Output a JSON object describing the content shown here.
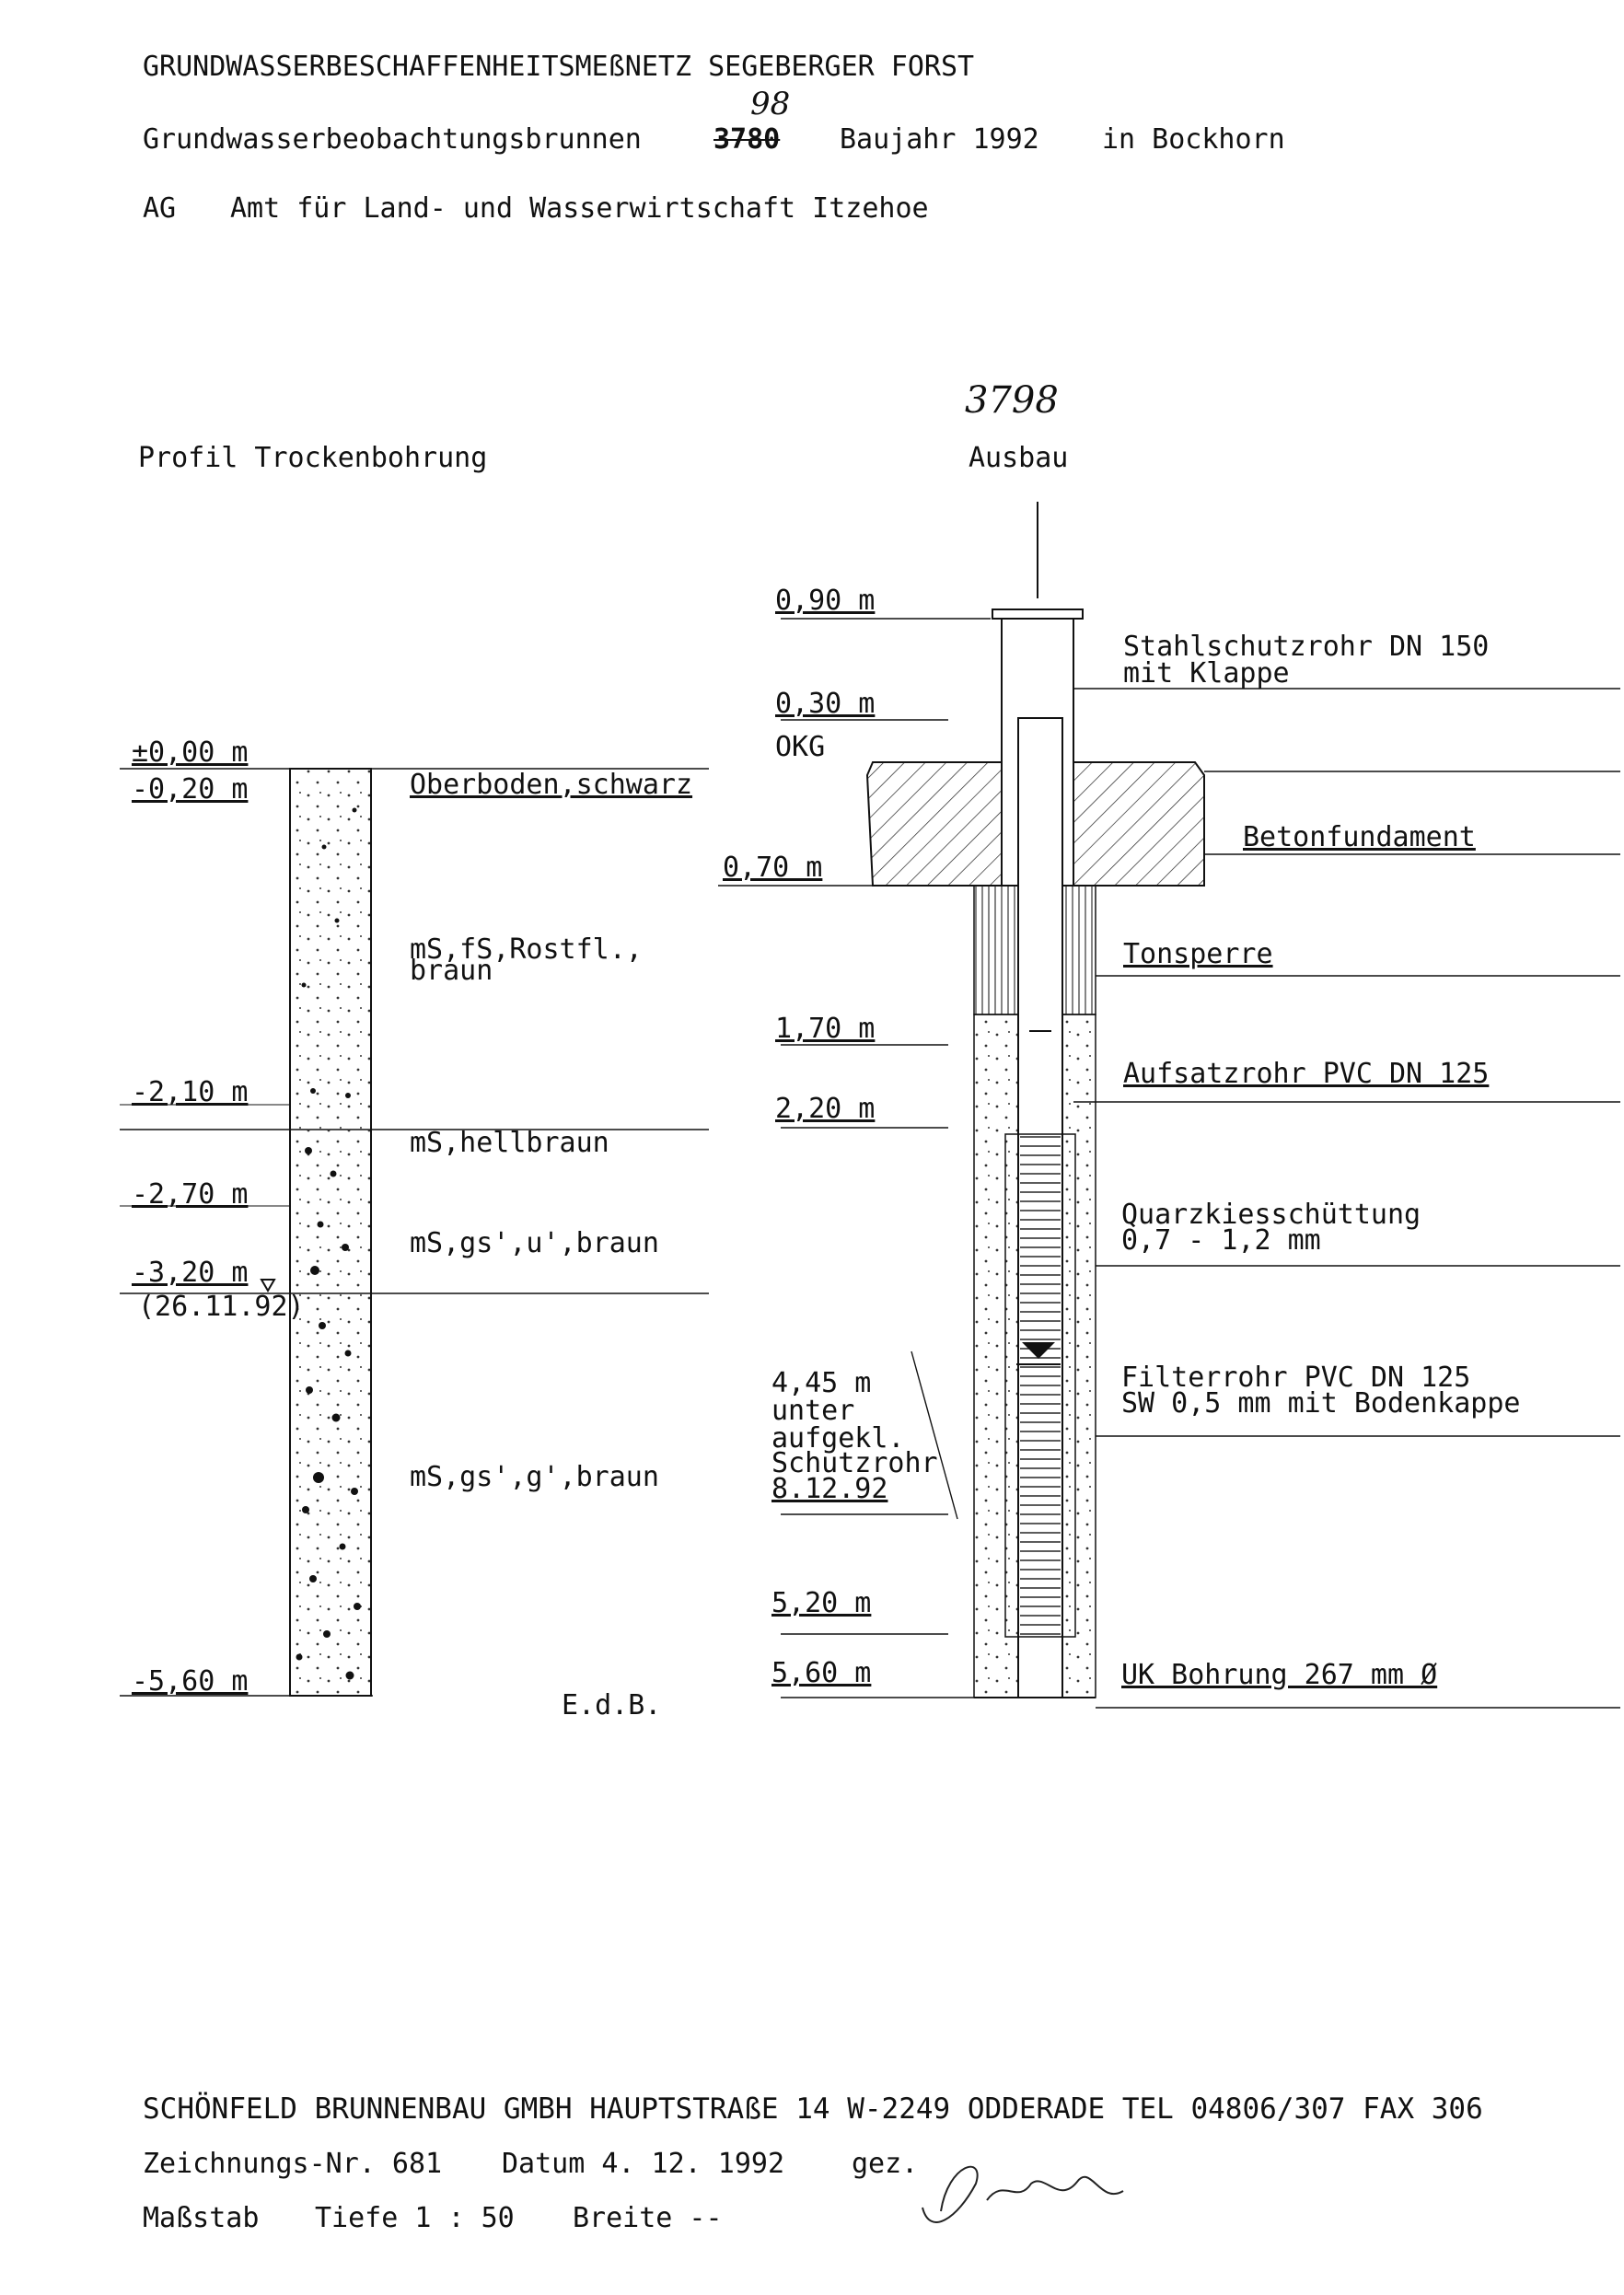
{
  "header": {
    "title": "GRUNDWASSERBESCHAFFENHEITSMEßNETZ SEGEBERGER FORST",
    "well_label": "Grundwasserbeobachtungsbrunnen",
    "well_number_typed": "3780",
    "well_number_correction": "98",
    "year": "Baujahr 1992",
    "location": "in Bockhorn",
    "ag_label": "AG",
    "ag_value": "Amt für Land- und Wasserwirtschaft Itzehoe"
  },
  "profile": {
    "title": "Profil Trockenbohrung",
    "depth_labels": [
      "±0,00 m",
      "-0,20 m",
      "-2,10 m",
      "-2,70 m",
      "-3,20 m",
      "-5,60 m"
    ],
    "water_date": "(26.11.92)",
    "layers": [
      "Oberboden,schwarz",
      "mS,fS,Rostfl.,",
      "braun",
      "mS,hellbraun",
      "mS,gs',u',braun",
      "mS,gs',g',braun"
    ],
    "end_label": "E.d.B."
  },
  "ausbau": {
    "number_handwritten": "3798",
    "title": "Ausbau",
    "levels": [
      "0,90 m",
      "0,30 m",
      "OKG",
      "0,70 m",
      "1,70 m",
      "2,20 m",
      "5,20 m",
      "5,60 m"
    ],
    "water_note": [
      "4,45 m",
      "unter",
      "aufgekl.",
      "Schutzrohr",
      "8.12.92"
    ],
    "components": [
      "Stahlschutzrohr DN 150",
      "mit Klappe",
      "Betonfundament",
      "Tonsperre",
      "Aufsatzrohr PVC DN 125",
      "Quarzkiesschüttung",
      "0,7 - 1,2 mm",
      "Filterrohr PVC DN 125",
      "SW 0,5 mm mit Bodenkappe",
      "UK Bohrung 267 mm Ø"
    ]
  },
  "footer": {
    "company": "SCHÖNFELD BRUNNENBAU GMBH HAUPTSTRAßE 14 W-2249 ODDERADE TEL 04806/307 FAX 306",
    "drawing_no": "Zeichnungs-Nr. 681",
    "date": "Datum 4. 12. 1992",
    "signed_label": "gez.",
    "signature": "Schönfeld",
    "scale_label": "Maßstab",
    "scale_depth": "Tiefe 1 : 50",
    "scale_width": "Breite --"
  }
}
